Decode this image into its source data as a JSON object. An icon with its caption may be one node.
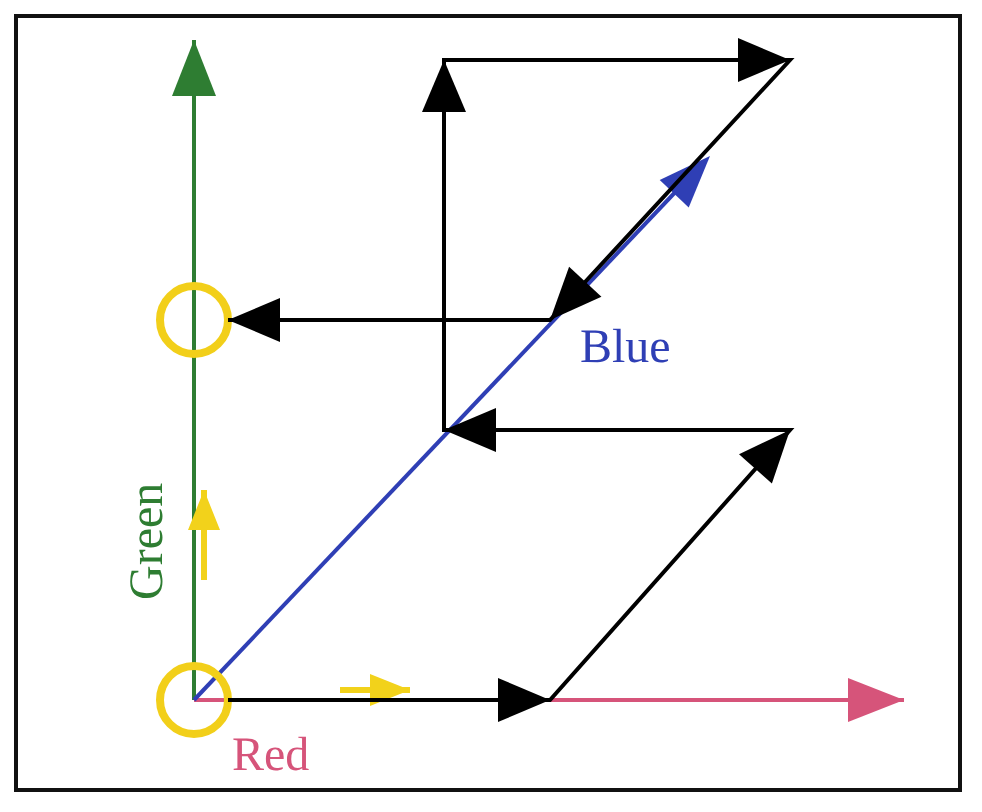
{
  "diagram": {
    "nodes": [
      {
        "text": [],
        "shape": "circle"
      },
      {
        "text": [],
        "shape": "circle"
      }
    ],
    "edges": [
      {
        "from": 1,
        "to": 0,
        "arrow": "to"
      }
    ],
    "labels": [
      "Green",
      "Blue",
      "Red"
    ]
  }
}
